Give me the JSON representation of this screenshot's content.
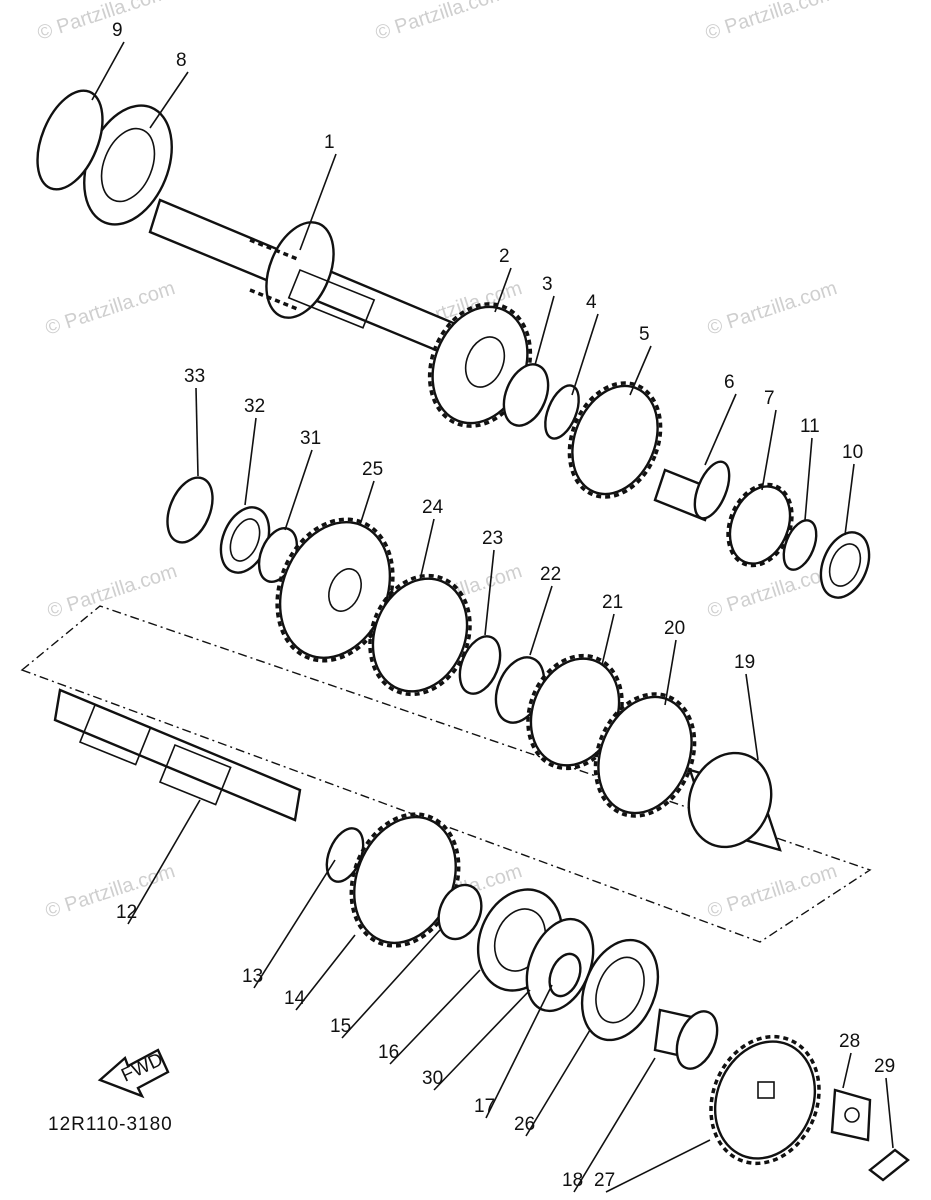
{
  "diagram": {
    "code": "12R110-3180",
    "fwd_label": "FWD",
    "watermark": "© Partzilla.com",
    "callouts": [
      "1",
      "2",
      "3",
      "4",
      "5",
      "6",
      "7",
      "8",
      "9",
      "10",
      "11",
      "12",
      "13",
      "14",
      "15",
      "16",
      "17",
      "18",
      "19",
      "20",
      "21",
      "22",
      "23",
      "24",
      "25",
      "26",
      "27",
      "28",
      "29",
      "30",
      "31",
      "32",
      "33"
    ]
  }
}
